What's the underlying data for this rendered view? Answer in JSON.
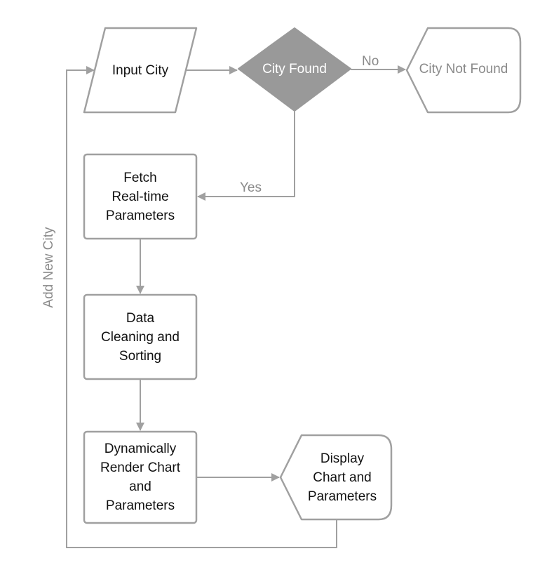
{
  "nodes": {
    "input_city": "Input City",
    "city_found": "City Found",
    "city_not_found": "City Not Found",
    "fetch": [
      "Fetch",
      "Real-time",
      "Parameters"
    ],
    "cleaning": [
      "Data",
      "Cleaning and",
      "Sorting"
    ],
    "render": [
      "Dynamically",
      "Render Chart",
      "and",
      "Parameters"
    ],
    "display": [
      "Display",
      "Chart and",
      "Parameters"
    ]
  },
  "edges": {
    "no_label": "No",
    "yes_label": "Yes",
    "loop_label": "Add New City"
  },
  "colors": {
    "stroke": "#a0a0a0",
    "decision_fill": "#999999",
    "decision_text": "#ffffff",
    "node_text": "#111111",
    "edge_label": "#8a8a8a"
  }
}
